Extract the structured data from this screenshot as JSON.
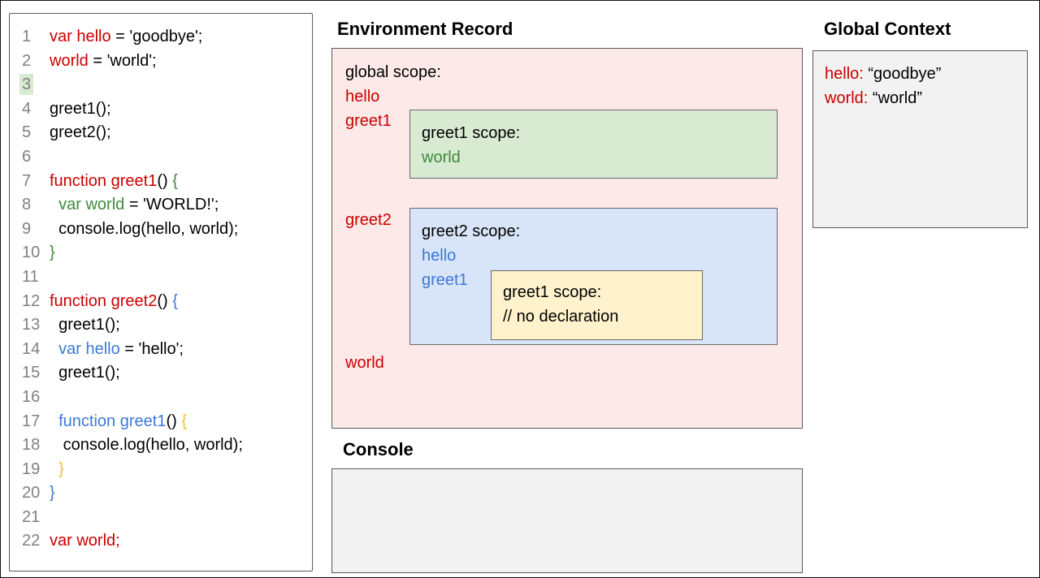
{
  "titles": {
    "environment_record": "Environment Record",
    "console": "Console",
    "global_context": "Global Context"
  },
  "colors": {
    "code_red": "#cc0000",
    "code_green": "#3f8a3a",
    "code_blue": "#3c78d8",
    "code_yellow": "#f1c232",
    "line_number_gray": "#808080",
    "pink_box_bg": "#fce9e8",
    "green_box_bg": "#d9ead3",
    "blue_box_bg": "#d8e4f7",
    "yellow_box_bg": "#fff2cc",
    "gray_box_bg": "#f2f2f2",
    "highlighted_line_bg": "#d9ead3"
  },
  "code_editor": {
    "highlighted_line": "3",
    "lines": [
      {
        "n": "1",
        "hl": false,
        "tokens": [
          [
            "r",
            "var hello"
          ],
          [
            "k",
            " = 'goodbye';"
          ]
        ]
      },
      {
        "n": "2",
        "hl": false,
        "tokens": [
          [
            "r",
            "world"
          ],
          [
            "k",
            " = 'world';"
          ]
        ]
      },
      {
        "n": "3",
        "hl": true,
        "tokens": []
      },
      {
        "n": "4",
        "hl": false,
        "tokens": [
          [
            "k",
            "greet1();"
          ]
        ]
      },
      {
        "n": "5",
        "hl": false,
        "tokens": [
          [
            "k",
            "greet2();"
          ]
        ]
      },
      {
        "n": "6",
        "hl": false,
        "tokens": []
      },
      {
        "n": "7",
        "hl": false,
        "tokens": [
          [
            "r",
            "function greet1"
          ],
          [
            "k",
            "() "
          ],
          [
            "g",
            "{"
          ]
        ]
      },
      {
        "n": "8",
        "hl": false,
        "tokens": [
          [
            "k",
            "  "
          ],
          [
            "g",
            "var world"
          ],
          [
            "k",
            " = 'WORLD!';"
          ]
        ]
      },
      {
        "n": "9",
        "hl": false,
        "tokens": [
          [
            "k",
            "  console.log(hello, world);"
          ]
        ]
      },
      {
        "n": "10",
        "hl": false,
        "tokens": [
          [
            "g",
            "}"
          ]
        ]
      },
      {
        "n": "11",
        "hl": false,
        "tokens": []
      },
      {
        "n": "12",
        "hl": false,
        "tokens": [
          [
            "r",
            "function greet2"
          ],
          [
            "k",
            "() "
          ],
          [
            "b",
            "{"
          ]
        ]
      },
      {
        "n": "13",
        "hl": false,
        "tokens": [
          [
            "k",
            "  greet1();"
          ]
        ]
      },
      {
        "n": "14",
        "hl": false,
        "tokens": [
          [
            "k",
            "  "
          ],
          [
            "b",
            "var hello"
          ],
          [
            "k",
            " = 'hello';"
          ]
        ]
      },
      {
        "n": "15",
        "hl": false,
        "tokens": [
          [
            "k",
            "  greet1();"
          ]
        ]
      },
      {
        "n": "16",
        "hl": false,
        "tokens": []
      },
      {
        "n": "17",
        "hl": false,
        "tokens": [
          [
            "k",
            "  "
          ],
          [
            "b",
            "function greet1"
          ],
          [
            "k",
            "() "
          ],
          [
            "y",
            "{"
          ]
        ]
      },
      {
        "n": "18",
        "hl": false,
        "tokens": [
          [
            "k",
            "   console.log(hello, world);"
          ]
        ]
      },
      {
        "n": "19",
        "hl": false,
        "tokens": [
          [
            "k",
            "  "
          ],
          [
            "y",
            "}"
          ]
        ]
      },
      {
        "n": "20",
        "hl": false,
        "tokens": [
          [
            "b",
            "}"
          ]
        ]
      },
      {
        "n": "21",
        "hl": false,
        "tokens": []
      },
      {
        "n": "22",
        "hl": false,
        "tokens": [
          [
            "r",
            "var world;"
          ]
        ]
      }
    ]
  },
  "environment_record": {
    "global_scope_label": "global scope:",
    "labels": [
      {
        "text": "hello"
      },
      {
        "text": "greet1"
      },
      {
        "text": "greet2"
      },
      {
        "text": "world"
      }
    ],
    "greet1_box": {
      "label": "greet1 scope:",
      "var1": "world"
    },
    "greet2_box": {
      "label": "greet2 scope:",
      "var1": "hello",
      "var2": "greet1",
      "inner_box": {
        "label": "greet1 scope:",
        "comment": "// no declaration"
      }
    }
  },
  "global_context": {
    "entries": [
      {
        "name": "hello:",
        "value": " “goodbye”"
      },
      {
        "name": "world:",
        "value": " “world”"
      }
    ]
  },
  "console": {
    "content": ""
  }
}
